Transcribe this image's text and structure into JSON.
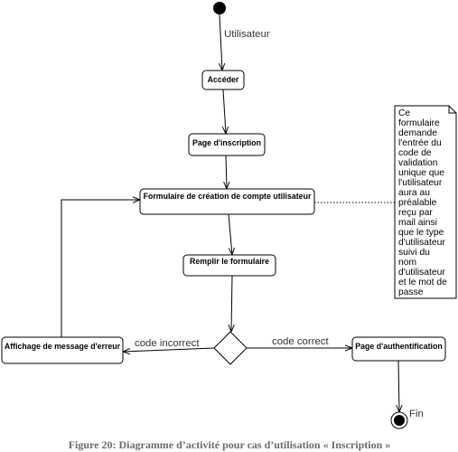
{
  "diagram": {
    "start_edge_label": "Utilisateur",
    "actions": {
      "acceder": "Accéder",
      "page_inscription": "Page d'inscription",
      "formulaire": "Formulaire de création de compte utilisateur",
      "remplir": "Remplir le formulaire",
      "affichage_erreur": "Affichage de message d'erreur",
      "page_authentification": "Page d'authentification"
    },
    "guards": {
      "incorrect": "code incorrect",
      "correct": "code correct"
    },
    "end_label": "Fin",
    "note": {
      "lines": [
        "Ce",
        "formulaire",
        "demande",
        "l'entrée du",
        "code de",
        "validation",
        "unique que",
        "l'utilisateur",
        "aura au",
        "préalable",
        "reçu par",
        "mail ainsi",
        "que le type",
        "d'utilisateur",
        "suivi du",
        "nom",
        "d'utilisateur",
        "et le mot de",
        "passe"
      ]
    }
  },
  "caption": "Figure 20: Diagramme d’activité pour cas d’utilisation « Inscription »",
  "colors": {
    "ink": "#000000",
    "label": "#333333",
    "caption": "#6b6b6b"
  }
}
